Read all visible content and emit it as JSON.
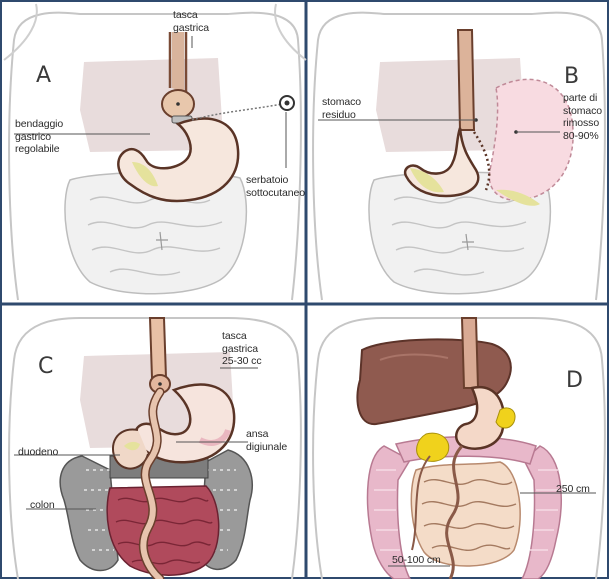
{
  "colors": {
    "frame_border": "#2f4a6e",
    "panel_bg": "#ffffff",
    "body_outline": "#c9c9c9",
    "intestine_fill": "#f2f2f2",
    "liver_fill": "#e7dada",
    "stomach_fill": "#f6e6dc",
    "fat_yellow": "#e6e29a",
    "colon_gray": "#8a8a8a",
    "small_bowel_red": "#b34a5c",
    "liver_dark": "#8f5a4f",
    "colon_pink": "#e5b2c6",
    "yellow_pancreas": "#f0d21c"
  },
  "panels": [
    {
      "letter": "A",
      "labels": {
        "top": "tasca\ngastrica",
        "left": "bendaggio\ngastrico\nregolabile",
        "right": "serbatoio\nsottocutaneo"
      }
    },
    {
      "letter": "B",
      "labels": {
        "left": "stomaco\nresiduo",
        "right": "parte di\nstomaco\nrimosso\n80-90%"
      }
    },
    {
      "letter": "C",
      "labels": {
        "top": "tasca\ngastrica\n25-30 cc",
        "duodeno": "duodeno",
        "ansa": "ansa\ndigiunale",
        "colon": "colon"
      }
    },
    {
      "letter": "D",
      "labels": {
        "limb_long": "250 cm",
        "limb_short": "50-100 cm"
      }
    }
  ]
}
